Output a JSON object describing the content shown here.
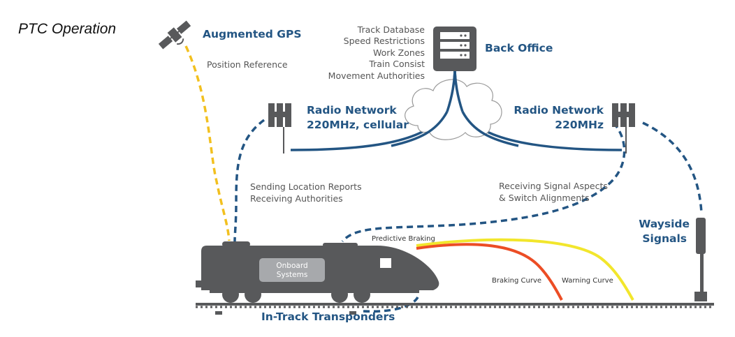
{
  "title": "PTC Operation",
  "gps": {
    "name": "Augmented GPS",
    "link_label": "Position Reference"
  },
  "back_office": {
    "name": "Back Office",
    "data_items": [
      "Track Database",
      "Speed Restrictions",
      "Work Zones",
      "Train Consist",
      "Movement Authorities"
    ]
  },
  "radio_left": {
    "line1": "Radio Network",
    "line2": "220MHz, cellular"
  },
  "radio_right": {
    "line1": "Radio Network",
    "line2": "220MHz"
  },
  "onboard_link": {
    "line1": "Sending Location Reports",
    "line2": "Receiving Authorities"
  },
  "wayside_link": {
    "line1": "Receiving Signal Aspects",
    "line2": "& Switch Alignments"
  },
  "wayside": {
    "line1": "Wayside",
    "line2": "Signals"
  },
  "train": {
    "onboard_line1": "Onboard",
    "onboard_line2": "Systems"
  },
  "braking": {
    "predictive_label": "Predictive Braking",
    "braking_curve_label": "Braking Curve",
    "warning_curve_label": "Warning Curve"
  },
  "transponders": {
    "label": "In-Track Transponders"
  },
  "colors": {
    "blue": "#235583",
    "gray": "#58595b",
    "yellow_dash": "#f2c01f",
    "braking_curve": "#ec4d25",
    "warning_curve": "#f2e62c"
  }
}
